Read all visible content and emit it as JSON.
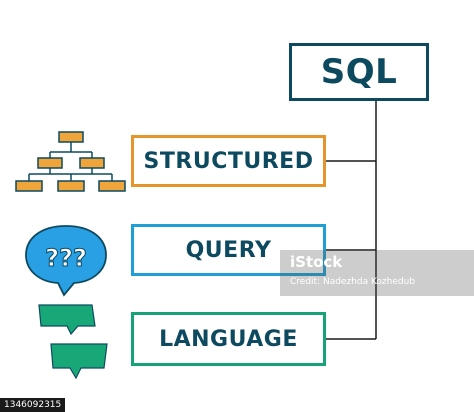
{
  "title_box": "SQL",
  "items": [
    {
      "label": "STRUCTURED",
      "icon": "hierarchy-chart-icon",
      "color": "#e6952a"
    },
    {
      "label": "QUERY",
      "icon": "question-speech-bubble-icon",
      "color": "#1e9fd6"
    },
    {
      "label": "LANGUAGE",
      "icon": "chat-bubbles-icon",
      "color": "#17a37a"
    }
  ],
  "main_color": "#0d4a60",
  "watermark": {
    "brand": "iStock",
    "credit": "Credit: Nadezhda Kozhedub"
  },
  "stock_id": "1346092315"
}
